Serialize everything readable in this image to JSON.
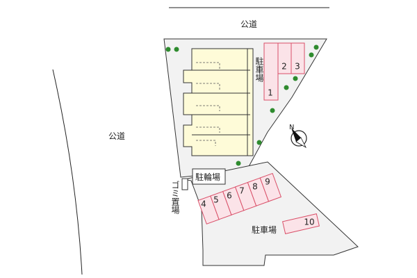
{
  "roads": {
    "top": "公道",
    "left": "公道"
  },
  "parking": {
    "north_label": "駐車場",
    "south_label": "駐車場",
    "north_slots": [
      "1",
      "2",
      "3"
    ],
    "south_slots": [
      "4",
      "5",
      "6",
      "7",
      "8",
      "9"
    ],
    "extra_slot": "10"
  },
  "bicycle_parking": "駐輪場",
  "garbage_area": "ゴミ置場",
  "compass": {
    "letter": "N"
  },
  "colors": {
    "lot": "#f2f2f2",
    "building": "#fefbd8",
    "parking_fill": "#fbe3e8",
    "parking_stroke": "#d94f68",
    "tree": "#2e8b2e"
  }
}
